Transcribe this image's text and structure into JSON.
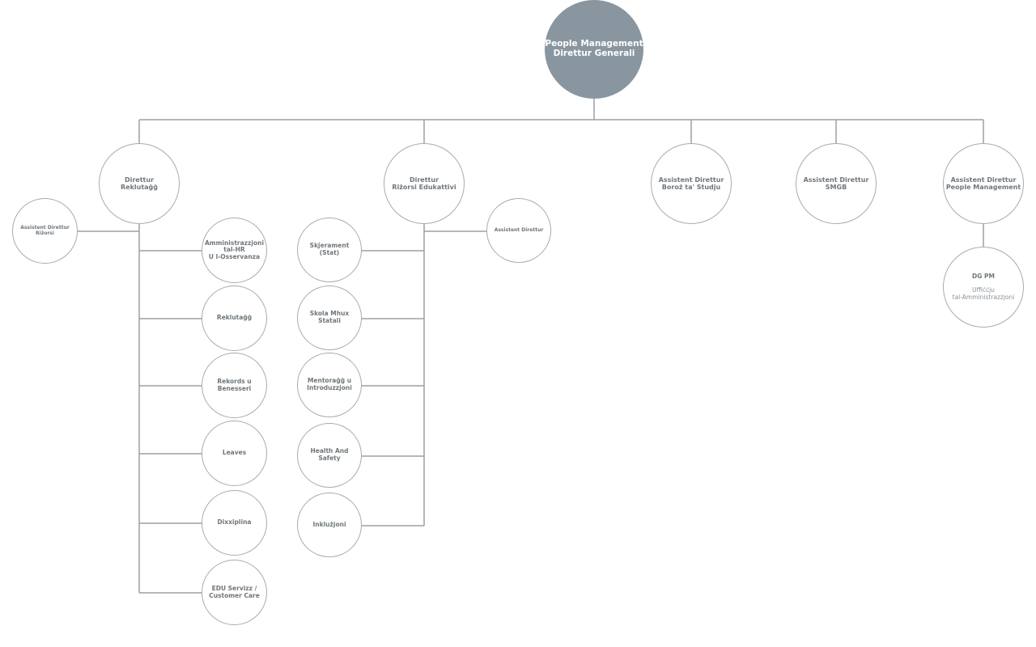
{
  "root": {
    "title": "People Management\nDirettur Generali"
  },
  "level1": {
    "recruitment": {
      "title": "Direttur\nReklutaġġ"
    },
    "education": {
      "title": "Direttur\nRiżorsi Edukattivi"
    },
    "bursaries": {
      "title": "Assistent Direttur\nBoroż ta' Studju"
    },
    "smgb": {
      "title": "Assistent Direttur\nSMGB"
    },
    "people_mgmt": {
      "title": "Assistent Direttur\nPeople Management"
    }
  },
  "assistants": {
    "resources": {
      "title": "Assistent Direttur\nRiżorsi"
    },
    "director": {
      "title": "Assistent Direttur"
    }
  },
  "recruitment_units": [
    {
      "title": "Amministrazzjoni\ntal-HR\nU l-Osservanza"
    },
    {
      "title": "Reklutaġġ"
    },
    {
      "title": "Rekords u\nBenesseri"
    },
    {
      "title": "Leaves"
    },
    {
      "title": "Dixxiplina"
    },
    {
      "title": "EDU Servizz /\nCustomer Care"
    }
  ],
  "education_units": [
    {
      "title": "Skjerament\n(Stat)"
    },
    {
      "title": "Skola Mhux\nStatali"
    },
    {
      "title": "Mentoraġġ u\nIntroduzzjoni"
    },
    {
      "title": "Health And\nSafety"
    },
    {
      "title": "Inklużjoni"
    }
  ],
  "dg_pm": {
    "title": "DG PM",
    "subtitle": "Uffiċċju\ntal-Amministrazzjoni"
  }
}
